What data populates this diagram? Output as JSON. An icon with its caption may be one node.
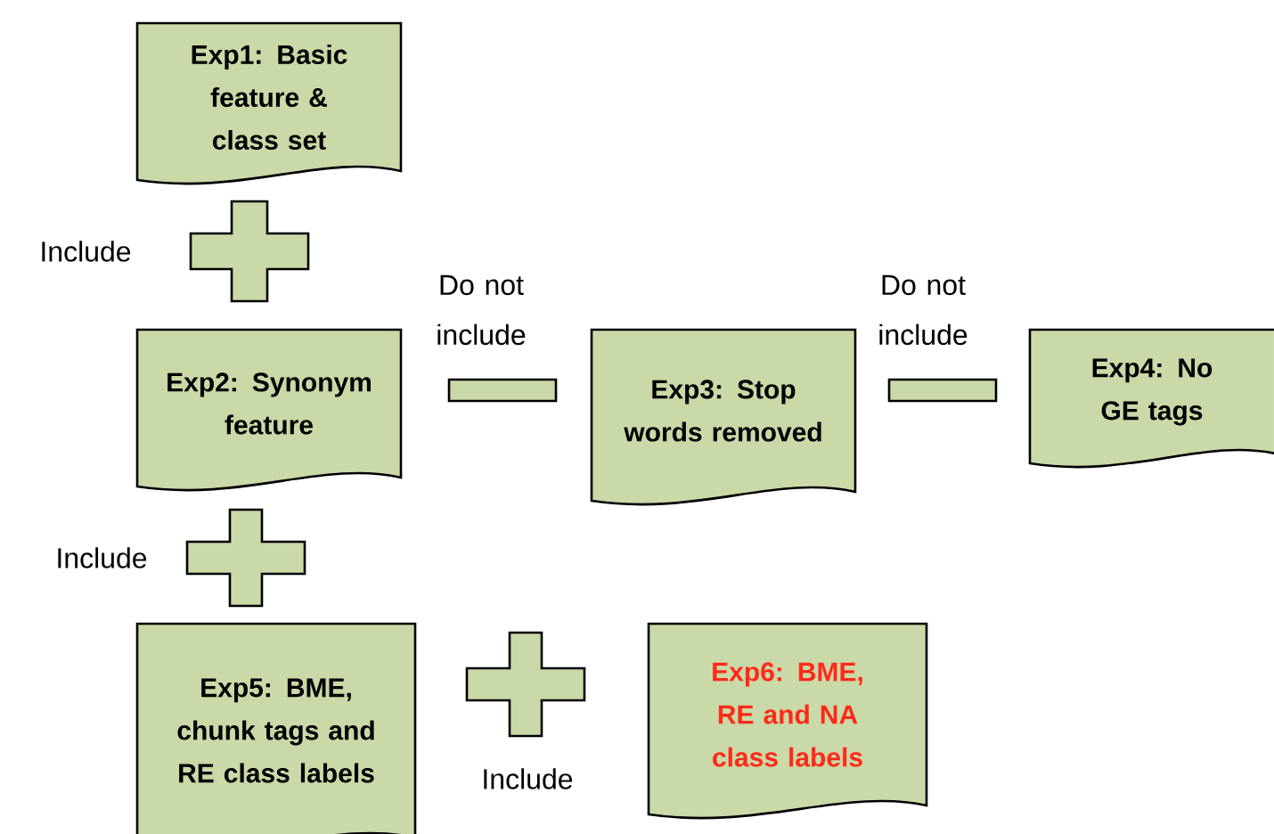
{
  "diagram": {
    "nodes": [
      {
        "text": [
          "Exp1: Basic feature & class set"
        ]
      },
      {
        "text": [],
        "shape": "plus",
        "beside": [
          "Include"
        ]
      },
      {
        "text": [
          "Exp2: Synonym feature"
        ]
      },
      {
        "text": [],
        "shape": "minus",
        "beside": [
          "Do not include"
        ]
      },
      {
        "text": [
          "Exp3: Stop words removed"
        ]
      },
      {
        "text": [],
        "shape": "minus",
        "beside": [
          "Do not include"
        ]
      },
      {
        "text": [
          "Exp4: No GE tags"
        ]
      },
      {
        "text": [],
        "shape": "plus",
        "beside": [
          "Include"
        ]
      },
      {
        "text": [
          "Exp5: BME, chunk tags and RE class labels"
        ]
      },
      {
        "text": [],
        "shape": "plus",
        "beside": [
          "Include"
        ]
      },
      {
        "text": [
          "Exp6: BME, RE and NA class labels"
        ]
      }
    ]
  }
}
